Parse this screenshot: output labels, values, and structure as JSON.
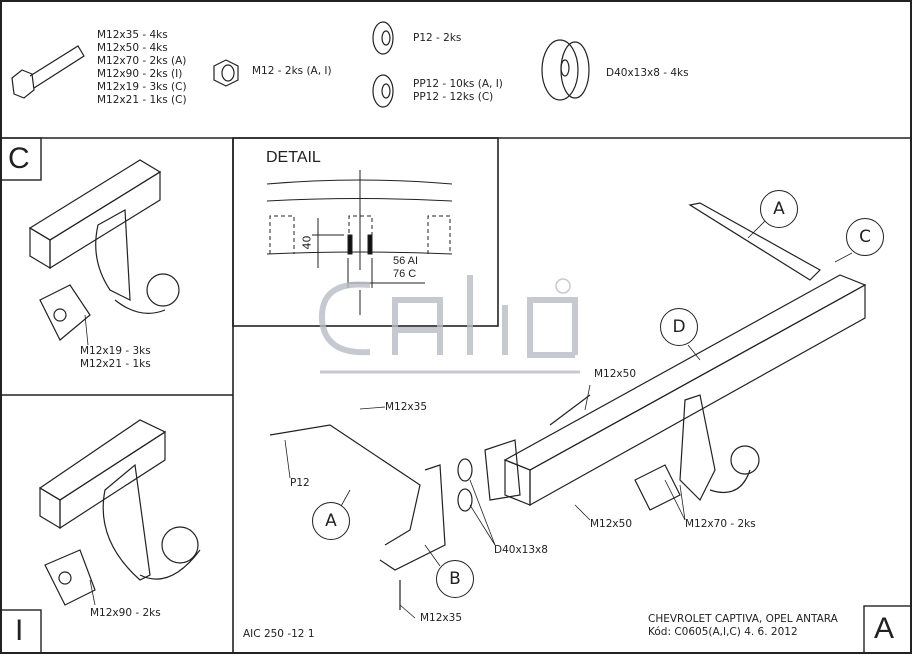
{
  "parts": {
    "bolts": [
      "M12x35 - 4ks",
      "M12x50 - 4ks",
      "M12x70 - 2ks (A)",
      "M12x90 - 2ks (I)",
      "M12x19 - 3ks (C)",
      "M12x21 - 1ks (C)"
    ],
    "nut": "M12 - 2ks (A, I)",
    "washer_p": "P12 - 2ks",
    "washer_pp": [
      "PP12 - 10ks (A, I)",
      "PP12 - 12ks (C)"
    ],
    "washer_d": "D40x13x8 - 4ks"
  },
  "panel_c": {
    "letter": "C",
    "labels": [
      "M12x19 - 3ks",
      "M12x21 - 1ks"
    ]
  },
  "panel_i": {
    "letter": "I",
    "label": "M12x90 - 2ks"
  },
  "detail": {
    "title": "DETAIL",
    "dim_height": "40",
    "dim_width": [
      "56 AI",
      "76 C"
    ]
  },
  "logo": "Galia",
  "main": {
    "callouts": [
      "A",
      "C",
      "D",
      "A",
      "B"
    ],
    "labels": {
      "m12x50_top": "M12x50",
      "m12x35_top": "M12x35",
      "p12": "P12",
      "d40": "D40x13x8",
      "m12x50_bottom": "M12x50",
      "m12x70": "M12x70 - 2ks",
      "m12x35_bottom": "M12x35"
    },
    "variant_letter": "A"
  },
  "footer": {
    "code": "AIC 250 -12 1",
    "vehicle": "CHEVROLET CAPTIVA, OPEL ANTARA",
    "kod": "Kód: C0605(A,I,C)  4. 6. 2012"
  }
}
